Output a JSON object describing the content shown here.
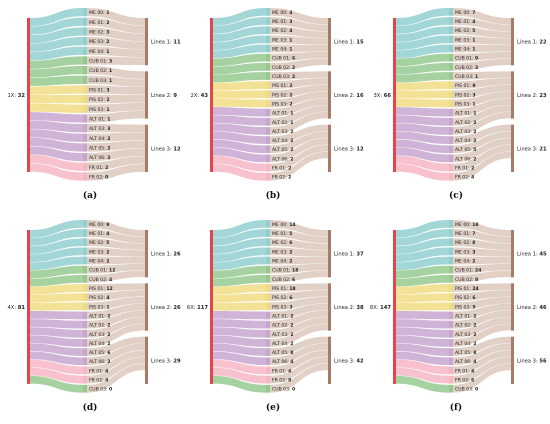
{
  "colors": {
    "source": "#e0474c",
    "ME": "#93cfcf",
    "CUB": "#97c98f",
    "PIS": "#f1dc82",
    "ALT": "#c7a7d0",
    "FR": "#f6b6c4",
    "line": "#a77c67",
    "link_line": "#c9a998"
  },
  "panels": [
    {
      "caption": "(a)",
      "source": {
        "label": "1X",
        "value": "32"
      },
      "nodes": [
        {
          "label": "ME 00",
          "value": "1",
          "g": "ME"
        },
        {
          "label": "ME 01",
          "value": "2",
          "g": "ME"
        },
        {
          "label": "ME 02",
          "value": "3",
          "g": "ME"
        },
        {
          "label": "ME 03",
          "value": "2",
          "g": "ME"
        },
        {
          "label": "ME 04",
          "value": "1",
          "g": "ME"
        },
        {
          "label": "CUB 01",
          "value": "3",
          "g": "CUB"
        },
        {
          "label": "CUB 02",
          "value": "1",
          "g": "CUB"
        },
        {
          "label": "CUB 03",
          "value": "1",
          "g": "CUB"
        },
        {
          "label": "PIS 01",
          "value": "3",
          "g": "PIS"
        },
        {
          "label": "PIS 02",
          "value": "2",
          "g": "PIS"
        },
        {
          "label": "PIS 03",
          "value": "1",
          "g": "PIS"
        },
        {
          "label": "ALT 01",
          "value": "1",
          "g": "ALT"
        },
        {
          "label": "ALT 03",
          "value": "3",
          "g": "ALT"
        },
        {
          "label": "ALT 04",
          "value": "2",
          "g": "ALT"
        },
        {
          "label": "ALT 05",
          "value": "2",
          "g": "ALT"
        },
        {
          "label": "ALT 06",
          "value": "2",
          "g": "ALT"
        },
        {
          "label": "FR 01",
          "value": "2",
          "g": "FR"
        },
        {
          "label": "FR 02",
          "value": "0",
          "g": "FR"
        }
      ],
      "lines": [
        {
          "label": "Linea 1",
          "value": "11"
        },
        {
          "label": "Linea 2",
          "value": "9"
        },
        {
          "label": "Linea 3",
          "value": "12"
        }
      ]
    },
    {
      "caption": "(b)",
      "source": {
        "label": "2X",
        "value": "43"
      },
      "nodes": [
        {
          "label": "ME 00",
          "value": "4",
          "g": "ME"
        },
        {
          "label": "ME 01",
          "value": "3",
          "g": "ME"
        },
        {
          "label": "ME 02",
          "value": "4",
          "g": "ME"
        },
        {
          "label": "ME 03",
          "value": "1",
          "g": "ME"
        },
        {
          "label": "ME 04",
          "value": "1",
          "g": "ME"
        },
        {
          "label": "CUB 01",
          "value": "6",
          "g": "CUB"
        },
        {
          "label": "CUB 02",
          "value": "2",
          "g": "CUB"
        },
        {
          "label": "CUB 03",
          "value": "2",
          "g": "CUB"
        },
        {
          "label": "PIS 01",
          "value": "2",
          "g": "PIS"
        },
        {
          "label": "PIS 02",
          "value": "2",
          "g": "PIS"
        },
        {
          "label": "PIS 03",
          "value": "2",
          "g": "PIS"
        },
        {
          "label": "ALT 01",
          "value": "1",
          "g": "ALT"
        },
        {
          "label": "ALT 02",
          "value": "1",
          "g": "ALT"
        },
        {
          "label": "ALT 03",
          "value": "2",
          "g": "ALT"
        },
        {
          "label": "ALT 04",
          "value": "2",
          "g": "ALT"
        },
        {
          "label": "ALT 05",
          "value": "2",
          "g": "ALT"
        },
        {
          "label": "ALT 06",
          "value": "2",
          "g": "ALT"
        },
        {
          "label": "FR 01",
          "value": "2",
          "g": "FR"
        },
        {
          "label": "FR 02",
          "value": "2",
          "g": "FR"
        }
      ],
      "lines": [
        {
          "label": "Linea 1",
          "value": "15"
        },
        {
          "label": "Linea 2",
          "value": "16"
        },
        {
          "label": "Linea 3",
          "value": "12"
        }
      ]
    },
    {
      "caption": "(c)",
      "source": {
        "label": "3X",
        "value": "66"
      },
      "nodes": [
        {
          "label": "ME 00",
          "value": "7",
          "g": "ME"
        },
        {
          "label": "ME 01",
          "value": "4",
          "g": "ME"
        },
        {
          "label": "ME 02",
          "value": "5",
          "g": "ME"
        },
        {
          "label": "ME 03",
          "value": "1",
          "g": "ME"
        },
        {
          "label": "ME 04",
          "value": "1",
          "g": "ME"
        },
        {
          "label": "CUB 01",
          "value": "9",
          "g": "CUB"
        },
        {
          "label": "CUB 02",
          "value": "3",
          "g": "CUB"
        },
        {
          "label": "CUB 03",
          "value": "1",
          "g": "CUB"
        },
        {
          "label": "PIS 01",
          "value": "9",
          "g": "PIS"
        },
        {
          "label": "PIS 02",
          "value": "3",
          "g": "PIS"
        },
        {
          "label": "PIS 03",
          "value": "1",
          "g": "PIS"
        },
        {
          "label": "ALT 01",
          "value": "1",
          "g": "ALT"
        },
        {
          "label": "ALT 02",
          "value": "2",
          "g": "ALT"
        },
        {
          "label": "ALT 03",
          "value": "2",
          "g": "ALT"
        },
        {
          "label": "ALT 04",
          "value": "2",
          "g": "ALT"
        },
        {
          "label": "ALT 05",
          "value": "5",
          "g": "ALT"
        },
        {
          "label": "ALT 06",
          "value": "2",
          "g": "ALT"
        },
        {
          "label": "FR 01",
          "value": "2",
          "g": "FR"
        },
        {
          "label": "FR 02",
          "value": "4",
          "g": "FR"
        }
      ],
      "lines": [
        {
          "label": "Linea 1",
          "value": "22"
        },
        {
          "label": "Linea 2",
          "value": "23"
        },
        {
          "label": "Linea 3",
          "value": "21"
        }
      ]
    },
    {
      "caption": "(d)",
      "source": {
        "label": "4X",
        "value": "81"
      },
      "nodes": [
        {
          "label": "ME 00",
          "value": "9",
          "g": "ME"
        },
        {
          "label": "ME 01",
          "value": "4",
          "g": "ME"
        },
        {
          "label": "ME 02",
          "value": "5",
          "g": "ME"
        },
        {
          "label": "ME 03",
          "value": "2",
          "g": "ME"
        },
        {
          "label": "ME 04",
          "value": "2",
          "g": "ME"
        },
        {
          "label": "CUB 01",
          "value": "12",
          "g": "CUB"
        },
        {
          "label": "CUB 02",
          "value": "4",
          "g": "CUB"
        },
        {
          "label": "PIS 01",
          "value": "12",
          "g": "PIS"
        },
        {
          "label": "PIS 02",
          "value": "4",
          "g": "PIS"
        },
        {
          "label": "PIS 03",
          "value": "1",
          "g": "PIS"
        },
        {
          "label": "ALT 01",
          "value": "2",
          "g": "ALT"
        },
        {
          "label": "ALT 02",
          "value": "2",
          "g": "ALT"
        },
        {
          "label": "ALT 03",
          "value": "2",
          "g": "ALT"
        },
        {
          "label": "ALT 04",
          "value": "2",
          "g": "ALT"
        },
        {
          "label": "ALT 05",
          "value": "6",
          "g": "ALT"
        },
        {
          "label": "ALT 06",
          "value": "2",
          "g": "ALT"
        },
        {
          "label": "FR 01",
          "value": "4",
          "g": "FR"
        },
        {
          "label": "FR 02",
          "value": "4",
          "g": "FR"
        },
        {
          "label": "CUB 03",
          "value": "0",
          "g": "CUB"
        }
      ],
      "lines": [
        {
          "label": "Linea 1",
          "value": "26"
        },
        {
          "label": "Linea 2",
          "value": "26"
        },
        {
          "label": "Linea 3",
          "value": "29"
        }
      ]
    },
    {
      "caption": "(e)",
      "source": {
        "label": "6X",
        "value": "117"
      },
      "nodes": [
        {
          "label": "ME 00",
          "value": "14",
          "g": "ME"
        },
        {
          "label": "ME 01",
          "value": "5",
          "g": "ME"
        },
        {
          "label": "ME 02",
          "value": "6",
          "g": "ME"
        },
        {
          "label": "ME 03",
          "value": "2",
          "g": "ME"
        },
        {
          "label": "ME 04",
          "value": "2",
          "g": "ME"
        },
        {
          "label": "CUB 01",
          "value": "18",
          "g": "CUB"
        },
        {
          "label": "CUB 02",
          "value": "6",
          "g": "CUB"
        },
        {
          "label": "PIS 01",
          "value": "18",
          "g": "PIS"
        },
        {
          "label": "PIS 02",
          "value": "6",
          "g": "PIS"
        },
        {
          "label": "PIS 03",
          "value": "3",
          "g": "PIS"
        },
        {
          "label": "ALT 01",
          "value": "2",
          "g": "ALT"
        },
        {
          "label": "ALT 02",
          "value": "2",
          "g": "ALT"
        },
        {
          "label": "ALT 03",
          "value": "2",
          "g": "ALT"
        },
        {
          "label": "ALT 04",
          "value": "2",
          "g": "ALT"
        },
        {
          "label": "ALT 05",
          "value": "8",
          "g": "ALT"
        },
        {
          "label": "ALT 06",
          "value": "4",
          "g": "ALT"
        },
        {
          "label": "FR 01",
          "value": "4",
          "g": "FR"
        },
        {
          "label": "FR 02",
          "value": "8",
          "g": "FR"
        },
        {
          "label": "CUB 03",
          "value": "0",
          "g": "CUB"
        }
      ],
      "lines": [
        {
          "label": "Linea 1",
          "value": "37"
        },
        {
          "label": "Linea 2",
          "value": "38"
        },
        {
          "label": "Linea 3",
          "value": "42"
        }
      ]
    },
    {
      "caption": "(f)",
      "source": {
        "label": "8X",
        "value": "147"
      },
      "nodes": [
        {
          "label": "ME 00",
          "value": "18",
          "g": "ME"
        },
        {
          "label": "ME 01",
          "value": "7",
          "g": "ME"
        },
        {
          "label": "ME 02",
          "value": "8",
          "g": "ME"
        },
        {
          "label": "ME 03",
          "value": "3",
          "g": "ME"
        },
        {
          "label": "ME 04",
          "value": "2",
          "g": "ME"
        },
        {
          "label": "CUB 01",
          "value": "24",
          "g": "CUB"
        },
        {
          "label": "CUB 02",
          "value": "8",
          "g": "CUB"
        },
        {
          "label": "PIS 01",
          "value": "24",
          "g": "PIS"
        },
        {
          "label": "PIS 02",
          "value": "6",
          "g": "PIS"
        },
        {
          "label": "PIS 03",
          "value": "5",
          "g": "PIS"
        },
        {
          "label": "ALT 01",
          "value": "2",
          "g": "ALT"
        },
        {
          "label": "ALT 02",
          "value": "2",
          "g": "ALT"
        },
        {
          "label": "ALT 03",
          "value": "2",
          "g": "ALT"
        },
        {
          "label": "ALT 04",
          "value": "2",
          "g": "ALT"
        },
        {
          "label": "ALT 05",
          "value": "8",
          "g": "ALT"
        },
        {
          "label": "ALT 06",
          "value": "4",
          "g": "ALT"
        },
        {
          "label": "FR 01",
          "value": "4",
          "g": "FR"
        },
        {
          "label": "FR 02",
          "value": "6",
          "g": "FR"
        },
        {
          "label": "CUB 03",
          "value": "0",
          "g": "CUB"
        }
      ],
      "lines": [
        {
          "label": "Linea 1",
          "value": "45"
        },
        {
          "label": "Linea 2",
          "value": "46"
        },
        {
          "label": "Linea 3",
          "value": "56"
        }
      ]
    }
  ]
}
